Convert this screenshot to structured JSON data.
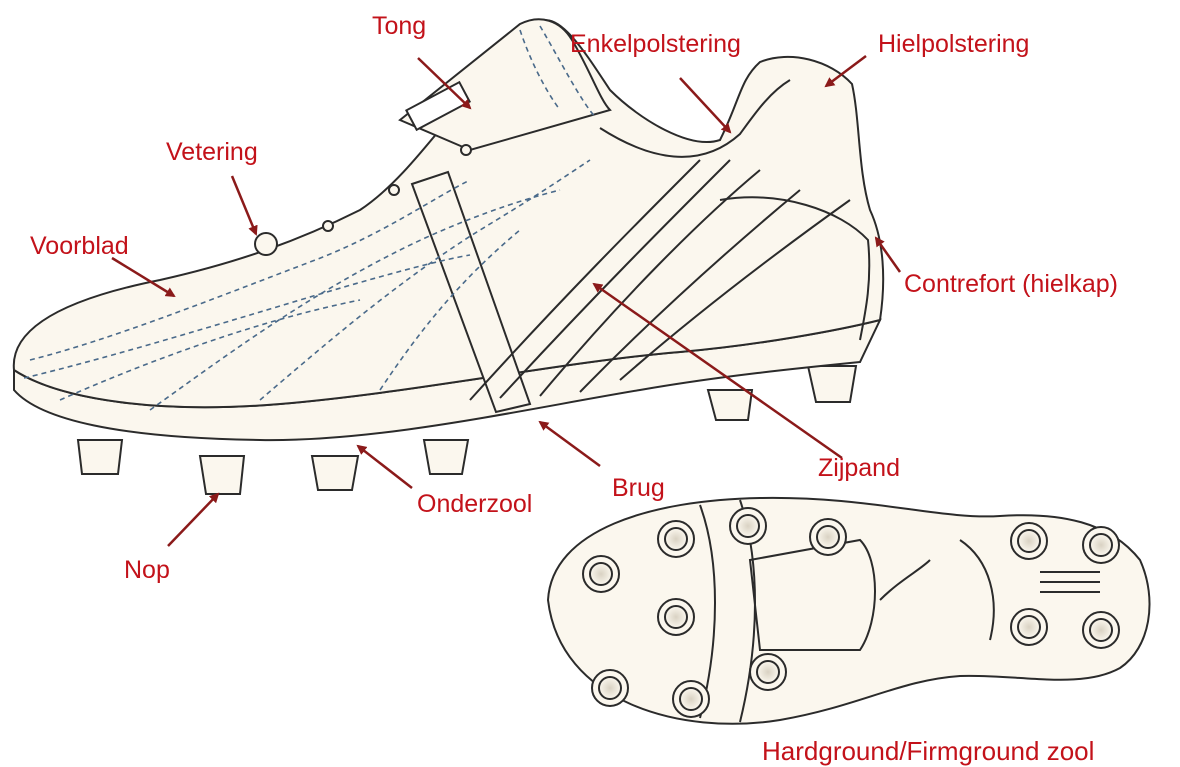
{
  "labels": {
    "tong": "Tong",
    "enkelpolstering": "Enkelpolstering",
    "hielpolstering": "Hielpolstering",
    "vetering": "Vetering",
    "voorblad": "Voorblad",
    "contrefort": "Contrefort (hielkap)",
    "zijpand": "Zijpand",
    "brug": "Brug",
    "onderzool": "Onderzool",
    "nop": "Nop"
  },
  "caption": "Hardground/Firmground zool",
  "colors": {
    "label": "#c3121a",
    "arrow": "#8b1a1a",
    "outline": "#2b2b2b",
    "stitch": "#4a6a8a",
    "fill": "#fbf7ee"
  }
}
